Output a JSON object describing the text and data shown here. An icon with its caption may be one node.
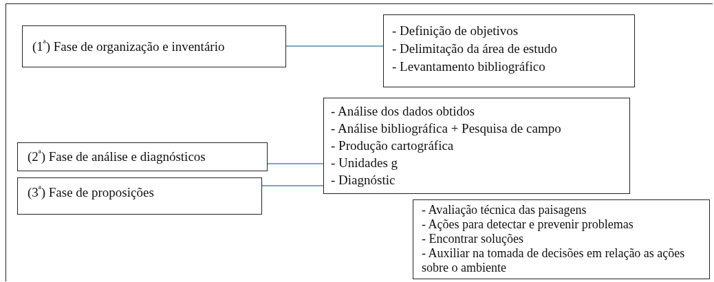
{
  "diagram": {
    "nodes": [
      {
        "text": [
          "(1$^{ª}$) Fase de organização e inventário"
        ]
      },
      {
        "text": [
          "- Definição de objetivos",
          "- Delimitação da área de estudo",
          "- Levantamento bibliográfico"
        ]
      },
      {
        "text": [
          "(2$^{ª}$) Fase de análise e diagnósticos"
        ]
      },
      {
        "text": [
          "- Análise dos dados obtidos",
          "- Análise bibliográfica + Pesquisa de campo",
          "- Produção cartográfica",
          "- Unidades g",
          "- Diagnóstic"
        ]
      },
      {
        "text": [
          "(3$^{ª}$) Fase de proposições"
        ]
      },
      {
        "text": [
          "- Avaliação técnica das paisagens",
          "- Ações para detectar e prevenir problemas",
          "- Encontrar soluções",
          "- Auxiliar na tomada de decisões em relação as ações sobre o ambiente"
        ]
      }
    ],
    "edges": [
      {
        "from": 0,
        "to": 1,
        "arrow": "none"
      },
      {
        "from": 2,
        "to": 3,
        "arrow": "none"
      },
      {
        "from": 4,
        "to": 3,
        "arrow": "none"
      }
    ]
  }
}
